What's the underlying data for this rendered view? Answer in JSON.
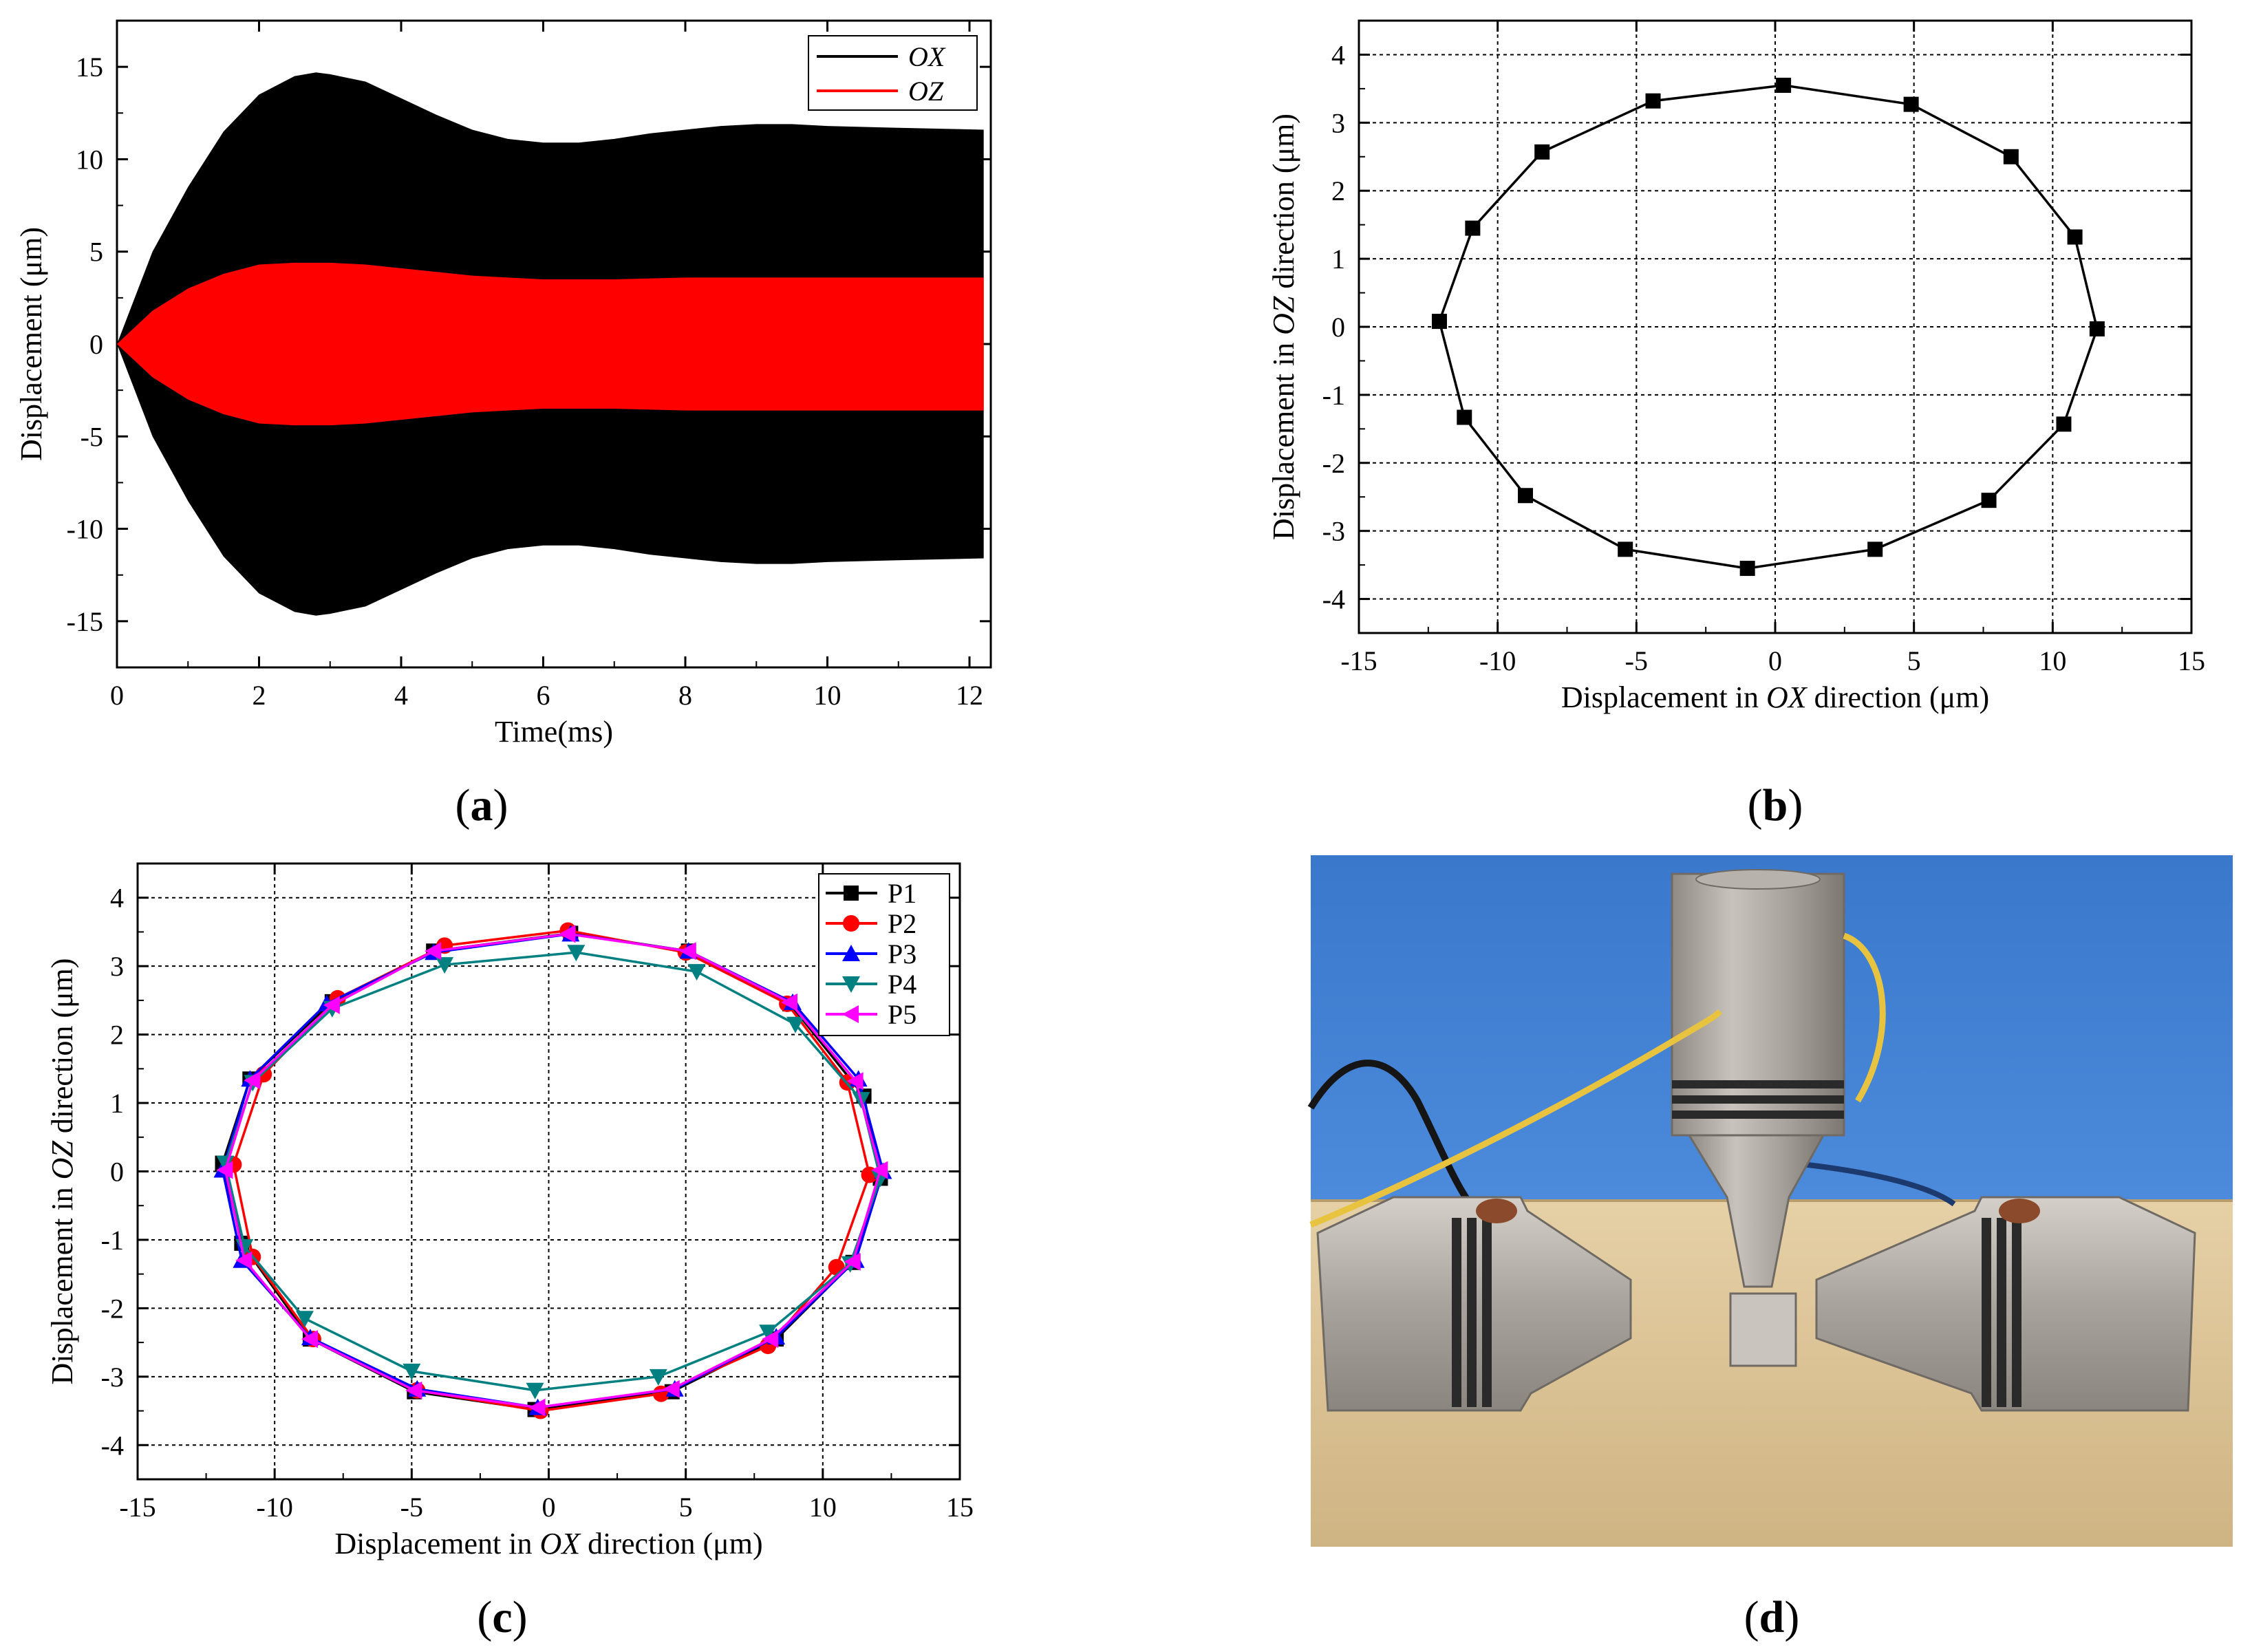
{
  "chart_data": [
    {
      "id": "a",
      "type": "area",
      "panel_label": "(a)",
      "panel_label_letter": "a",
      "xlabel": "Time(ms)",
      "ylabel": "Displacement (μm)",
      "xlim": [
        0,
        12.3
      ],
      "ylim": [
        -17.5,
        17.5
      ],
      "xticks": [
        0,
        2,
        4,
        6,
        8,
        10,
        12
      ],
      "yticks": [
        -15,
        -10,
        -5,
        0,
        5,
        10,
        15
      ],
      "grid": false,
      "legend_position": "top-right",
      "colors": {
        "OX": "#000000",
        "OZ": "#ff0000"
      },
      "series": [
        {
          "name": "OX",
          "x": [
            0,
            0.5,
            1,
            1.5,
            2,
            2.5,
            2.8,
            3,
            3.5,
            4,
            4.5,
            5,
            5.5,
            6,
            6.5,
            7,
            7.5,
            8,
            8.5,
            9,
            9.5,
            10,
            11,
            12.2
          ],
          "amplitude": [
            0,
            5,
            8.5,
            11.5,
            13.5,
            14.5,
            14.7,
            14.6,
            14.2,
            13.3,
            12.4,
            11.6,
            11.1,
            10.9,
            10.9,
            11.1,
            11.4,
            11.6,
            11.8,
            11.9,
            11.9,
            11.8,
            11.7,
            11.6
          ]
        },
        {
          "name": "OZ",
          "x": [
            0,
            0.5,
            1,
            1.5,
            2,
            2.5,
            3,
            3.5,
            4,
            4.5,
            5,
            5.5,
            6,
            6.5,
            7,
            8,
            9,
            10,
            11,
            12.2
          ],
          "amplitude": [
            0,
            1.8,
            3.0,
            3.8,
            4.3,
            4.4,
            4.4,
            4.3,
            4.1,
            3.9,
            3.7,
            3.6,
            3.5,
            3.5,
            3.5,
            3.6,
            3.6,
            3.6,
            3.6,
            3.6
          ]
        }
      ]
    },
    {
      "id": "b",
      "type": "line",
      "panel_label": "(b)",
      "panel_label_letter": "b",
      "xlabel": "Displacement in OX direction (μm)",
      "xlabel_parts": [
        "Displacement in ",
        "OX",
        " direction (μm)"
      ],
      "ylabel": "Displacement in OZ direction (μm)",
      "ylabel_parts": [
        "Displacement in ",
        "OZ",
        " direction (μm)"
      ],
      "xlim": [
        -15,
        15
      ],
      "ylim": [
        -4.5,
        4.5
      ],
      "xticks": [
        -15,
        -10,
        -5,
        0,
        5,
        10,
        15
      ],
      "yticks": [
        -4,
        -3,
        -2,
        -1,
        0,
        1,
        2,
        3,
        4
      ],
      "grid": true,
      "series": [
        {
          "color": "#000000",
          "marker": "square",
          "points": [
            [
              0.3,
              3.55
            ],
            [
              4.9,
              3.27
            ],
            [
              8.5,
              2.5
            ],
            [
              10.8,
              1.32
            ],
            [
              11.6,
              -0.03
            ],
            [
              10.4,
              -1.43
            ],
            [
              7.7,
              -2.55
            ],
            [
              3.6,
              -3.27
            ],
            [
              -1.0,
              -3.55
            ],
            [
              -5.4,
              -3.27
            ],
            [
              -9.0,
              -2.48
            ],
            [
              -11.2,
              -1.33
            ],
            [
              -12.1,
              0.08
            ],
            [
              -10.9,
              1.45
            ],
            [
              -8.4,
              2.57
            ],
            [
              -4.4,
              3.32
            ],
            [
              0.3,
              3.55
            ]
          ]
        }
      ]
    },
    {
      "id": "c",
      "type": "line",
      "panel_label": "(c)",
      "panel_label_letter": "c",
      "xlabel": "Displacement in OX direction (μm)",
      "xlabel_parts": [
        "Displacement in ",
        "OX",
        " direction (μm)"
      ],
      "ylabel": "Displacement in OZ direction (μm)",
      "ylabel_parts": [
        "Displacement in ",
        "OZ",
        " direction (μm)"
      ],
      "xlim": [
        -15,
        15
      ],
      "ylim": [
        -4.5,
        4.5
      ],
      "xticks": [
        -15,
        -10,
        -5,
        0,
        5,
        10,
        15
      ],
      "yticks": [
        -4,
        -3,
        -2,
        -1,
        0,
        1,
        2,
        3,
        4
      ],
      "grid": true,
      "legend_position": "top-right",
      "series": [
        {
          "name": "P1",
          "color": "#000000",
          "marker": "square",
          "points": [
            [
              0.8,
              3.48
            ],
            [
              5.1,
              3.22
            ],
            [
              8.8,
              2.45
            ],
            [
              11.5,
              1.1
            ],
            [
              12.1,
              -0.1
            ],
            [
              11.1,
              -1.33
            ],
            [
              8.3,
              -2.45
            ],
            [
              4.5,
              -3.22
            ],
            [
              -0.5,
              -3.48
            ],
            [
              -4.9,
              -3.22
            ],
            [
              -8.7,
              -2.45
            ],
            [
              -11.2,
              -1.05
            ],
            [
              -11.9,
              0.12
            ],
            [
              -10.9,
              1.35
            ],
            [
              -7.9,
              2.48
            ],
            [
              -4.2,
              3.22
            ],
            [
              0.8,
              3.48
            ]
          ]
        },
        {
          "name": "P2",
          "color": "#ff0000",
          "marker": "circle",
          "points": [
            [
              0.7,
              3.52
            ],
            [
              5.0,
              3.2
            ],
            [
              8.7,
              2.45
            ],
            [
              10.9,
              1.3
            ],
            [
              11.7,
              -0.05
            ],
            [
              10.5,
              -1.4
            ],
            [
              8.0,
              -2.55
            ],
            [
              4.1,
              -3.25
            ],
            [
              -0.3,
              -3.5
            ],
            [
              -4.8,
              -3.2
            ],
            [
              -8.6,
              -2.45
            ],
            [
              -10.8,
              -1.25
            ],
            [
              -11.5,
              0.1
            ],
            [
              -10.4,
              1.42
            ],
            [
              -7.7,
              2.53
            ],
            [
              -3.8,
              3.3
            ],
            [
              0.7,
              3.52
            ]
          ]
        },
        {
          "name": "P3",
          "color": "#0000ff",
          "marker": "triangle-up",
          "points": [
            [
              0.8,
              3.47
            ],
            [
              5.1,
              3.22
            ],
            [
              8.9,
              2.47
            ],
            [
              11.3,
              1.35
            ],
            [
              12.2,
              0.0
            ],
            [
              11.2,
              -1.3
            ],
            [
              8.3,
              -2.42
            ],
            [
              4.6,
              -3.18
            ],
            [
              -0.4,
              -3.45
            ],
            [
              -4.8,
              -3.18
            ],
            [
              -8.7,
              -2.43
            ],
            [
              -11.2,
              -1.3
            ],
            [
              -11.9,
              0.02
            ],
            [
              -10.9,
              1.35
            ],
            [
              -8.1,
              2.45
            ],
            [
              -4.2,
              3.2
            ],
            [
              0.8,
              3.47
            ]
          ]
        },
        {
          "name": "P4",
          "color": "#008080",
          "marker": "triangle-down",
          "points": [
            [
              1.0,
              3.2
            ],
            [
              5.4,
              2.92
            ],
            [
              9.0,
              2.15
            ],
            [
              11.4,
              1.05
            ],
            [
              12.1,
              -0.1
            ],
            [
              11.0,
              -1.35
            ],
            [
              8.0,
              -2.35
            ],
            [
              4.0,
              -3.0
            ],
            [
              -0.5,
              -3.2
            ],
            [
              -5.0,
              -2.92
            ],
            [
              -8.9,
              -2.15
            ],
            [
              -11.1,
              -1.1
            ],
            [
              -11.8,
              0.12
            ],
            [
              -10.8,
              1.3
            ],
            [
              -7.9,
              2.38
            ],
            [
              -3.8,
              3.02
            ],
            [
              1.0,
              3.2
            ]
          ]
        },
        {
          "name": "P5",
          "color": "#ff00ff",
          "marker": "triangle-left",
          "points": [
            [
              0.7,
              3.47
            ],
            [
              5.1,
              3.22
            ],
            [
              8.8,
              2.47
            ],
            [
              11.2,
              1.32
            ],
            [
              12.1,
              0.02
            ],
            [
              11.1,
              -1.32
            ],
            [
              8.1,
              -2.45
            ],
            [
              4.5,
              -3.18
            ],
            [
              -0.4,
              -3.45
            ],
            [
              -4.9,
              -3.2
            ],
            [
              -8.7,
              -2.45
            ],
            [
              -11.1,
              -1.3
            ],
            [
              -11.8,
              0.02
            ],
            [
              -10.8,
              1.33
            ],
            [
              -7.9,
              2.43
            ],
            [
              -4.2,
              3.22
            ],
            [
              0.7,
              3.47
            ]
          ]
        }
      ]
    }
  ],
  "panel_d": {
    "panel_label": "(d)",
    "panel_label_letter": "d",
    "colors": {
      "wall": "#3f7fd0",
      "table": "#dcc39a",
      "metal": "#aaa6a0",
      "cable_yellow": "#e8c340",
      "cable_black": "#151515"
    }
  }
}
